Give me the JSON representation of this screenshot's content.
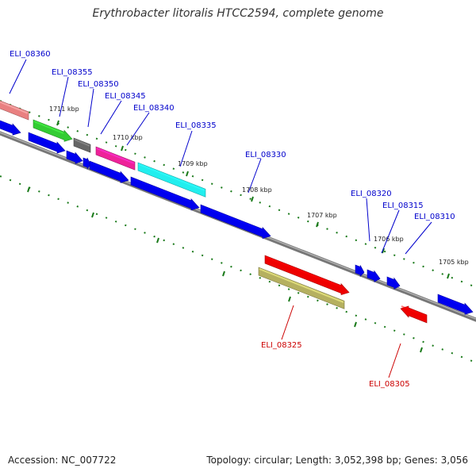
{
  "title": "Erythrobacter litoralis HTCC2594, complete genome",
  "footer": {
    "accession": "Accession: NC_007722",
    "summary": "Topology: circular; Length: 3,052,398 bp; Genes: 3,056"
  },
  "kbp_labels": [
    "1711 kbp",
    "1710 kbp",
    "1709 kbp",
    "1708 kbp",
    "1707 kbp",
    "1706 kbp",
    "1705 kbp"
  ],
  "gene_labels": [
    {
      "id": "ELI_08360",
      "color": "#0000cc"
    },
    {
      "id": "ELI_08355",
      "color": "#0000cc"
    },
    {
      "id": "ELI_08350",
      "color": "#0000cc"
    },
    {
      "id": "ELI_08345",
      "color": "#0000cc"
    },
    {
      "id": "ELI_08340",
      "color": "#0000cc"
    },
    {
      "id": "ELI_08335",
      "color": "#0000cc"
    },
    {
      "id": "ELI_08330",
      "color": "#0000cc"
    },
    {
      "id": "ELI_08320",
      "color": "#0000cc"
    },
    {
      "id": "ELI_08315",
      "color": "#0000cc"
    },
    {
      "id": "ELI_08310",
      "color": "#0000cc"
    },
    {
      "id": "ELI_08325",
      "color": "#cc0000"
    },
    {
      "id": "ELI_08305",
      "color": "#cc0000"
    }
  ],
  "feature_colors": {
    "blue": "#0000ee",
    "red": "#ee0000",
    "green": "#33cc33",
    "salmon": "#e98080",
    "gray": "#666666",
    "magenta": "#ee2299",
    "cyan": "#22eeee",
    "olive": "#b5b060"
  }
}
